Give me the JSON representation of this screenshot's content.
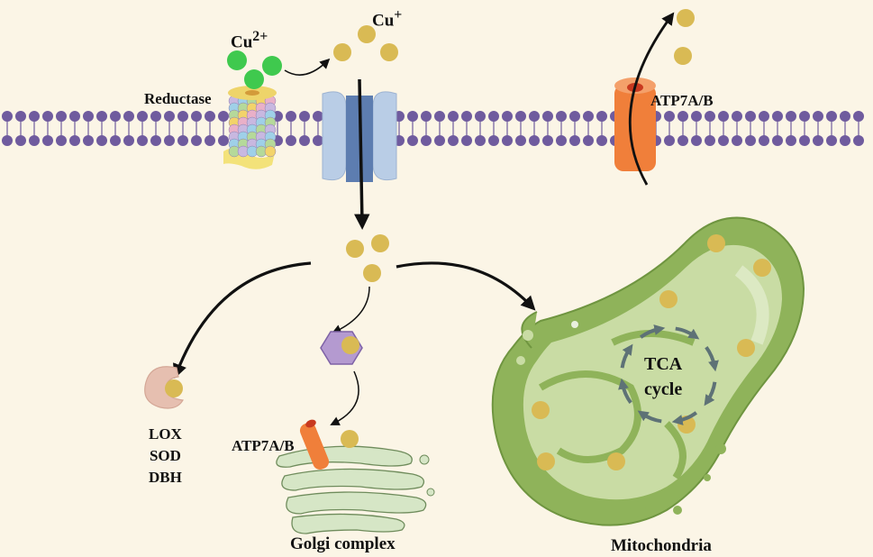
{
  "ions": {
    "cu2_base": "Cu",
    "cu2_sup": "2+",
    "cu1_base": "Cu",
    "cu1_sup": "+"
  },
  "labels": {
    "reductase": "Reductase",
    "atp7ab_membrane": "ATP7A/B",
    "atp7ab_golgi": "ATP7A/B",
    "enzymes": [
      "LOX",
      "SOD",
      "DBH"
    ],
    "tca": [
      "TCA",
      "cycle"
    ],
    "golgi": "Golgi complex",
    "mitochondria": "Mitochondria"
  },
  "colors": {
    "background": "#fbf5e6",
    "membrane_lipid": "#6f5b9e",
    "cu2_ion": "#3fc94e",
    "cu1_ion": "#d9ba54",
    "channel": "#b9cde6",
    "atp7ab": "#f07f3a",
    "mito_outer": "#8fb35a",
    "mito_inner": "#c9dca4",
    "golgi": "#d6e6c6",
    "enzyme": "#e6bfb0",
    "hexagon": "#b49ad0",
    "arrow": "#111111",
    "tca_arrow": "#5e7276"
  },
  "icons": [
    "cu2-ion-icon",
    "cu1-ion-icon",
    "reductase-icon",
    "copper-channel-icon",
    "atp7ab-transporter-icon",
    "enzyme-icon",
    "chaperone-hexagon-icon",
    "golgi-icon",
    "mitochondrion-icon",
    "tca-cycle-arrows-icon"
  ]
}
